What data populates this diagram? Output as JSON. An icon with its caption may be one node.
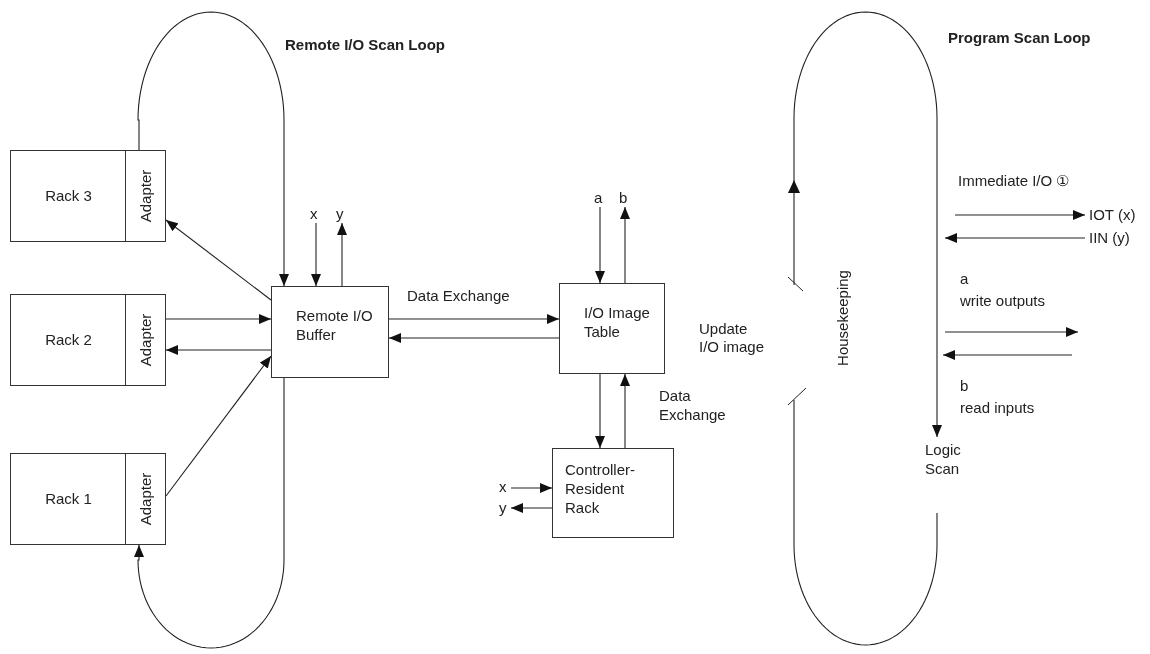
{
  "diagram": {
    "nodes": [
      {
        "text": [
          "Rack 3"
        ]
      },
      {
        "text": [
          "Adapter"
        ],
        "in": 0
      },
      {
        "text": [
          "Rack 2"
        ]
      },
      {
        "text": [
          "Adapter"
        ],
        "in": 2
      },
      {
        "text": [
          "Rack 1"
        ]
      },
      {
        "text": [
          "Adapter"
        ],
        "in": 4
      },
      {
        "text": [
          "Remote I/O Buffer"
        ]
      },
      {
        "text": [
          "x"
        ]
      },
      {
        "text": [
          "y"
        ]
      },
      {
        "text": [
          "I/O Image Table"
        ]
      },
      {
        "text": [
          "a"
        ]
      },
      {
        "text": [
          "b"
        ]
      },
      {
        "text": [
          "Controller-Resident Rack"
        ]
      },
      {
        "text": [
          "x"
        ]
      },
      {
        "text": [
          "y"
        ]
      },
      {
        "text": [
          "Housekeeping"
        ]
      },
      {
        "text": [
          "Logic Scan"
        ]
      },
      {
        "text": [
          "IOT (x)"
        ]
      },
      {
        "text": [
          "IIN (y)"
        ]
      }
    ],
    "edges": [
      {
        "from": 1,
        "to": 6,
        "arrow": "to"
      },
      {
        "from": 6,
        "to": 1,
        "arrow": "to"
      },
      {
        "from": 3,
        "to": 6,
        "arrow": "to"
      },
      {
        "from": 6,
        "to": 3,
        "arrow": "to"
      },
      {
        "from": 5,
        "to": 6,
        "arrow": "to"
      },
      {
        "from": 6,
        "to": 5,
        "arrow": "to"
      },
      {
        "from": 7,
        "to": 6,
        "arrow": "to"
      },
      {
        "from": 6,
        "to": 8,
        "arrow": "to"
      },
      {
        "from": 6,
        "to": 9,
        "arrow": "to",
        "label": "Data Exchange"
      },
      {
        "from": 9,
        "to": 6,
        "arrow": "to"
      },
      {
        "from": 10,
        "to": 9,
        "arrow": "to"
      },
      {
        "from": 9,
        "to": 11,
        "arrow": "to"
      },
      {
        "from": 9,
        "to": 12,
        "arrow": "to"
      },
      {
        "from": 12,
        "to": 9,
        "arrow": "to",
        "label": "Data Exchange"
      },
      {
        "from": 13,
        "to": 12,
        "arrow": "to"
      },
      {
        "from": 12,
        "to": 14,
        "arrow": "to"
      },
      {
        "from": 15,
        "to": 16,
        "arrow": "to"
      },
      {
        "from": 16,
        "to": 15,
        "arrow": "none"
      },
      {
        "from": null,
        "to": 17,
        "arrow": "to"
      },
      {
        "from": 18,
        "to": null,
        "arrow": "to"
      }
    ],
    "labels": [
      "Remote I/O Scan Loop",
      "Program Scan Loop",
      "Update I/O image",
      "Immediate I/O ①",
      "a",
      "write outputs",
      "b",
      "read inputs"
    ]
  }
}
